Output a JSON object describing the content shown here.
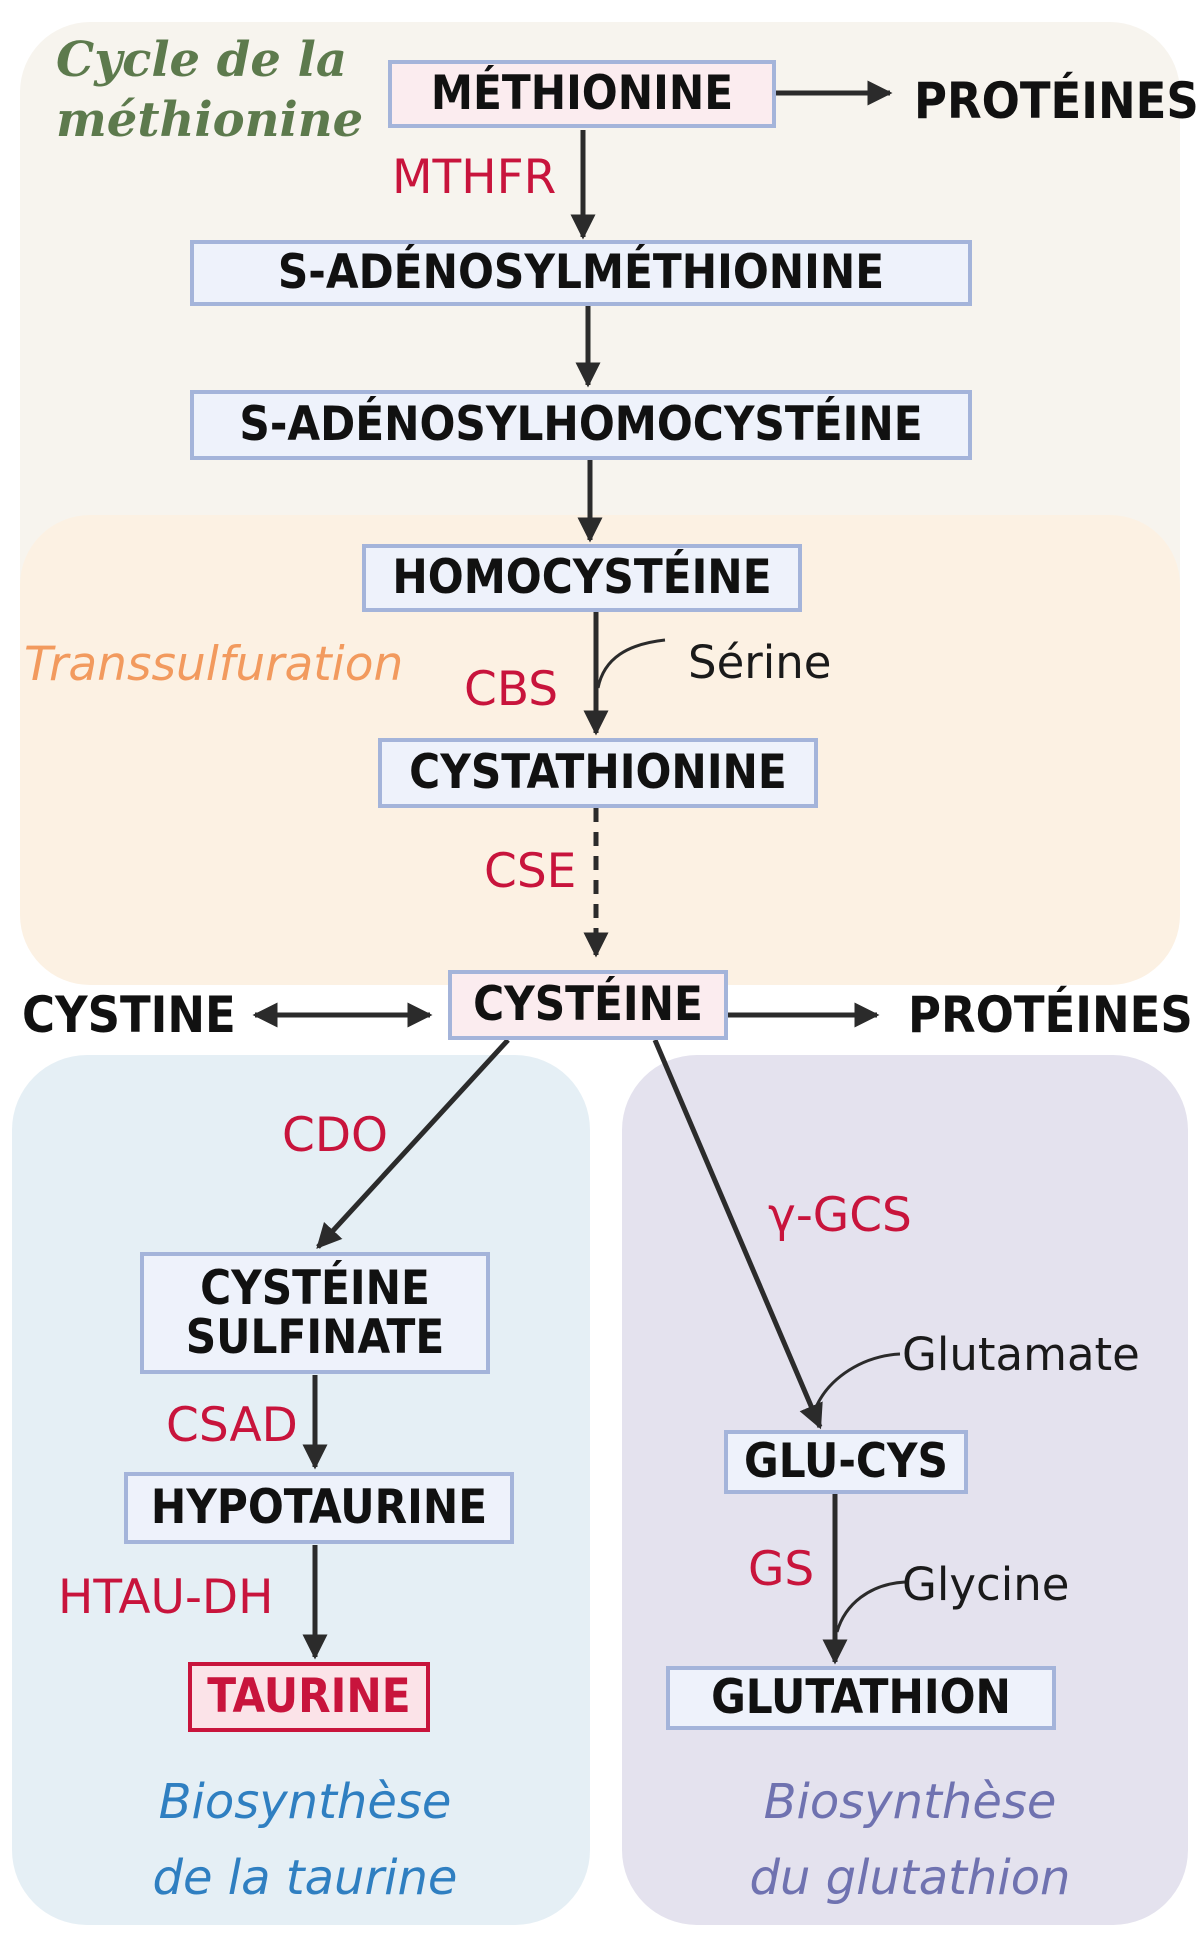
{
  "regions": {
    "methionine_cycle": {
      "title": "Cycle de la méthionine",
      "color": "#f7f4ee"
    },
    "transsulfuration": {
      "title": "Transsulfuration",
      "color": "#fcf1e3"
    },
    "taurine_biosynthesis": {
      "title_line1": "Biosynthèse",
      "title_line2": "de la taurine",
      "color": "#e5eff5"
    },
    "glutathion_biosynthesis": {
      "title_line1": "Biosynthèse",
      "title_line2": "du glutathion",
      "color": "#e4e2ee"
    }
  },
  "compounds": {
    "methionine": "MÉTHIONINE",
    "proteines_top": "PROTÉINES",
    "sam": "S-ADÉNOSYLMÉTHIONINE",
    "sah": "S-ADÉNOSYLHOMOCYSTÉINE",
    "homocysteine": "HOMOCYSTÉINE",
    "cystathionine": "CYSTATHIONINE",
    "cystine": "CYSTINE",
    "cysteine": "CYSTÉINE",
    "proteines_mid": "PROTÉINES",
    "cysteine_sulfinate_line1": "CYSTÉINE",
    "cysteine_sulfinate_line2": "SULFINATE",
    "hypotaurine": "HYPOTAURINE",
    "taurine": "TAURINE",
    "glu_cys": "GLU-CYS",
    "glutathion": "GLUTATHION"
  },
  "enzymes": {
    "mthfr": "MTHFR",
    "cbs": "CBS",
    "cse": "CSE",
    "cdo": "CDO",
    "csad": "CSAD",
    "htau_dh": "HTAU-DH",
    "gamma_gcs": "γ-GCS",
    "gs": "GS"
  },
  "substrates": {
    "serine": "Sérine",
    "glutamate": "Glutamate",
    "glycine": "Glycine"
  },
  "colors": {
    "enzyme": "#c8143c",
    "box_border": "#a4b4da",
    "box_fill": "#eef2fb",
    "arrow": "#2b2b2b"
  }
}
